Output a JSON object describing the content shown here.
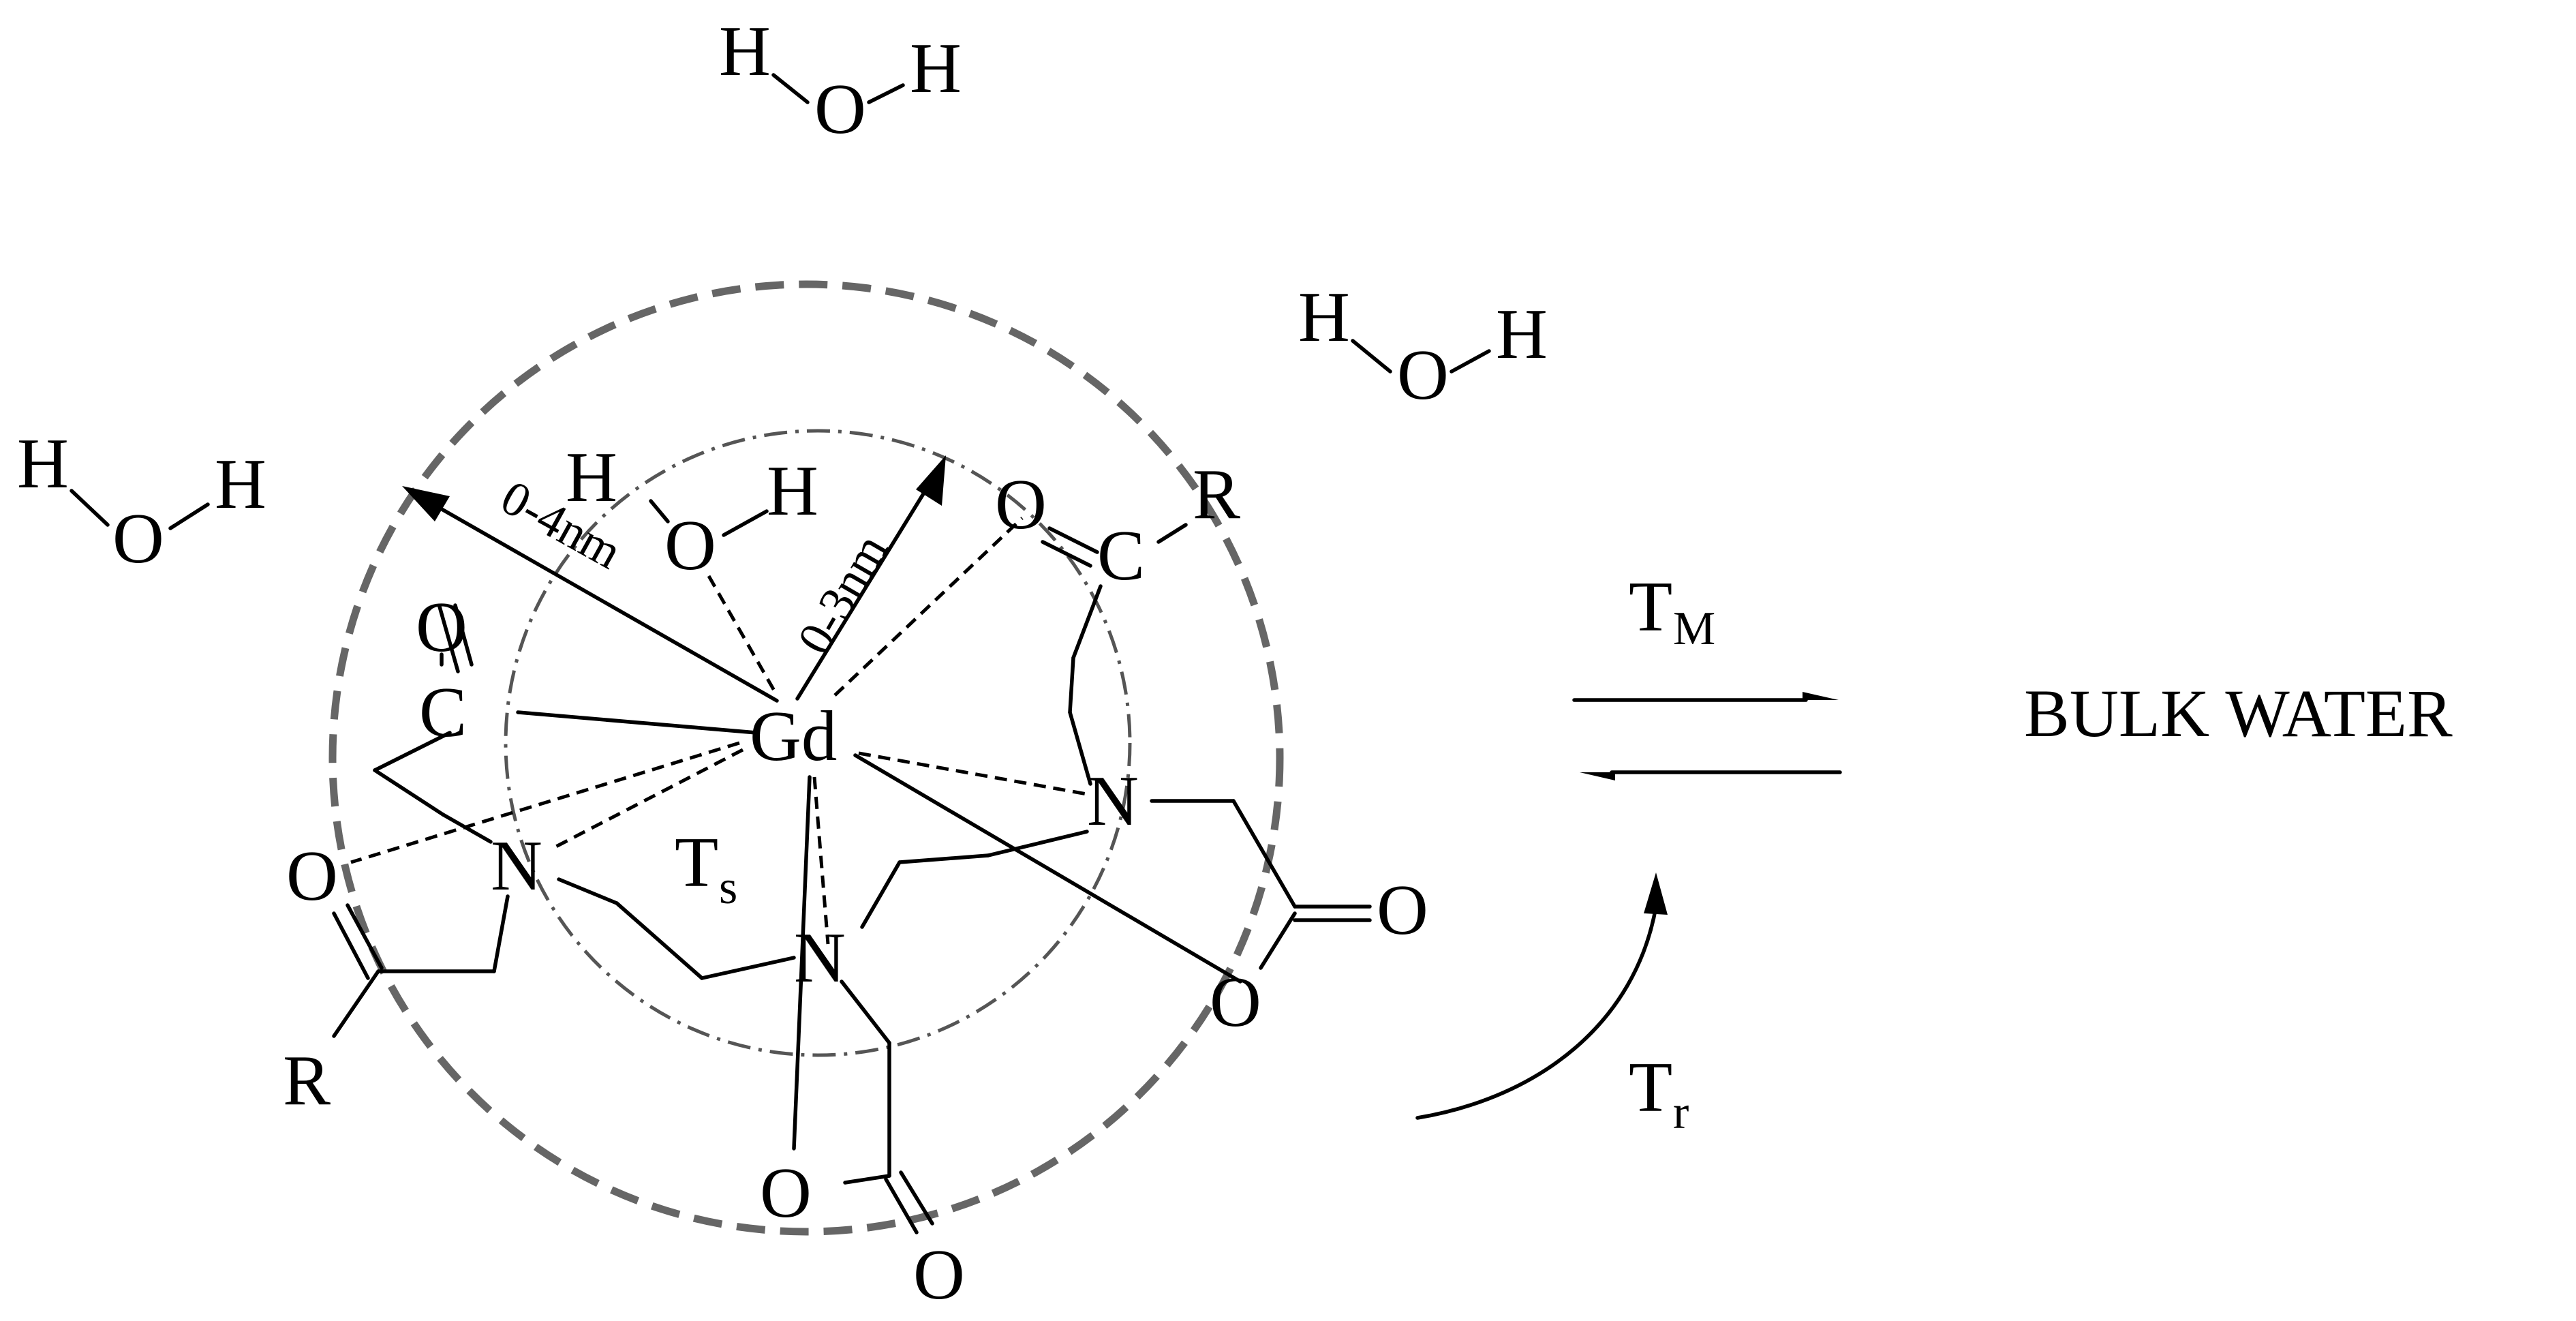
{
  "colors": {
    "outer_circle": "#666666",
    "inner_circle": "#555555",
    "ink": "#000000",
    "background": "#ffffff"
  },
  "free_water": [
    {
      "h1": "H",
      "o": "O",
      "h2": "H"
    },
    {
      "h1": "H",
      "o": "O",
      "h2": "H"
    },
    {
      "h1": "H",
      "o": "O",
      "h2": "H"
    }
  ],
  "complex": {
    "metal": "Gd",
    "bound_water": {
      "h1": "H",
      "o": "O",
      "h2": "H"
    },
    "nitrogen": "N",
    "carbon": "C",
    "oxygen": "O",
    "substituent": "R"
  },
  "radii": {
    "outer": "0-4nm",
    "inner": "0-3nm"
  },
  "exchange": {
    "ts_main": "T",
    "ts_sub": "s",
    "tm_main": "T",
    "tm_sub": "M",
    "tr_main": "T",
    "tr_sub": "r",
    "bulk_label": "BULK WATER"
  }
}
